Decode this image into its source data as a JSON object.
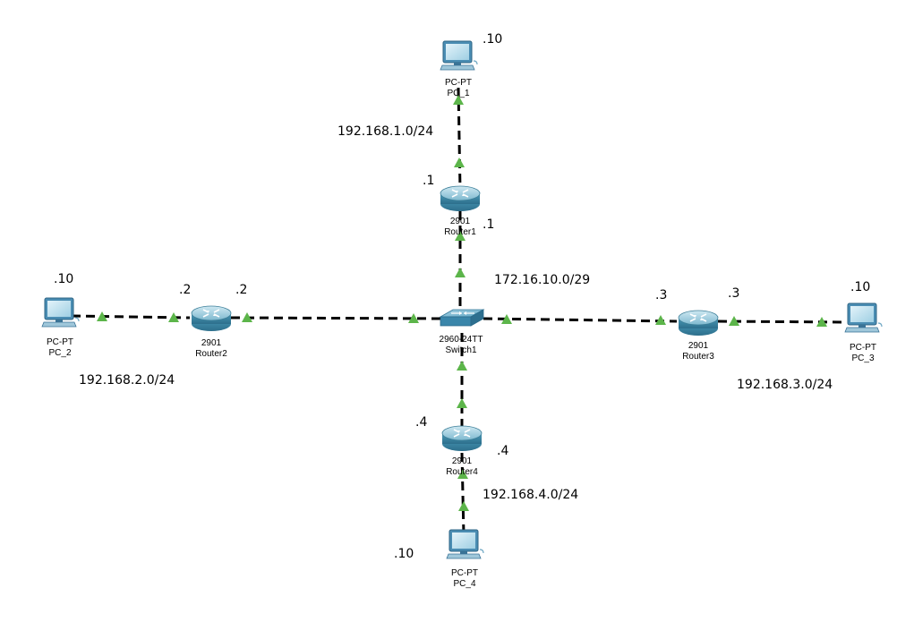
{
  "devices": {
    "pc1": {
      "model": "PC-PT",
      "name": "PC_1"
    },
    "pc2": {
      "model": "PC-PT",
      "name": "PC_2"
    },
    "pc3": {
      "model": "PC-PT",
      "name": "PC_3"
    },
    "pc4": {
      "model": "PC-PT",
      "name": "PC_4"
    },
    "router1": {
      "model": "2901",
      "name": "Router1"
    },
    "router2": {
      "model": "2901",
      "name": "Router2"
    },
    "router3": {
      "model": "2901",
      "name": "Router3"
    },
    "router4": {
      "model": "2901",
      "name": "Router4"
    },
    "switch1": {
      "model": "2960-24TT",
      "name": "Switch1"
    }
  },
  "networks": {
    "net1": "192.168.1.0/24",
    "net2": "192.168.2.0/24",
    "net3": "192.168.3.0/24",
    "net4": "192.168.4.0/24",
    "core": "172.16.10.0/29"
  },
  "hosts": {
    "pc1": ".10",
    "pc2": ".10",
    "pc3": ".10",
    "pc4": ".10",
    "r1_lan": ".1",
    "r1_core": ".1",
    "r2_lan": ".2",
    "r2_core": ".2",
    "r3_core": ".3",
    "r3_lan": ".3",
    "r4_core": ".4",
    "r4_lan": ".4"
  },
  "colors": {
    "link": "#000000",
    "link_up": "#5cb54a",
    "router_body": "#3a8aa8",
    "router_top": "#a9d3e3",
    "switch_body": "#3f8db0",
    "pc_monitor": "#3a7fa6",
    "pc_screen": "#bfe1ef"
  }
}
